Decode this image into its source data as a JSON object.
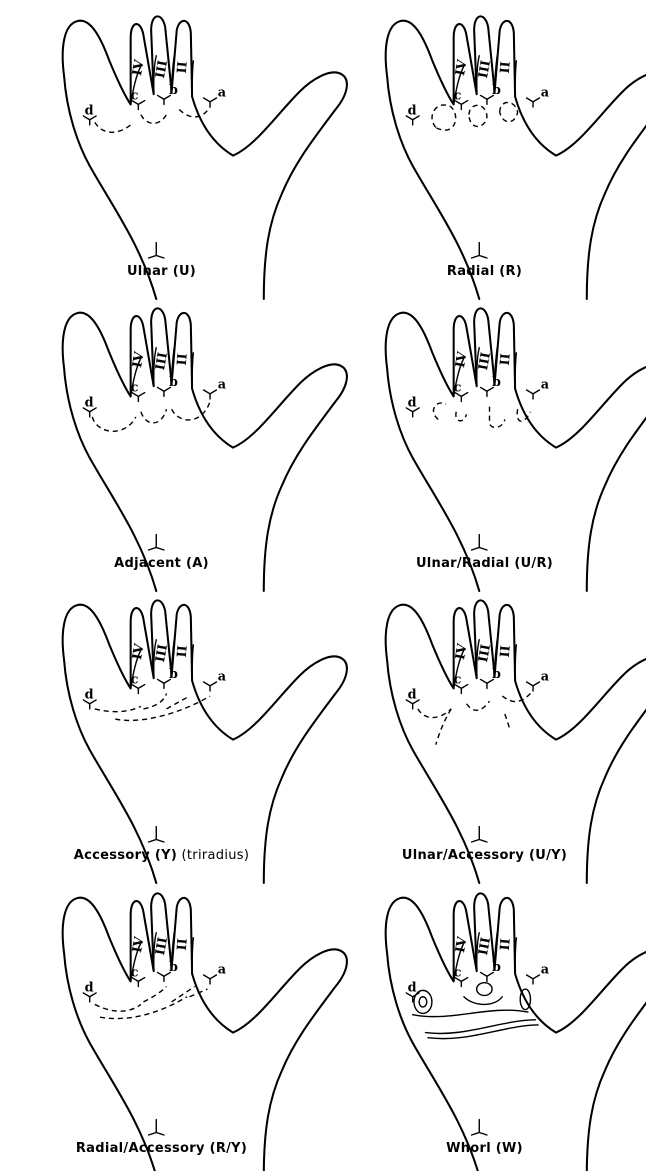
{
  "panels": [
    {
      "caption": "Ulnar (U)",
      "caption_sub": "",
      "type": "U"
    },
    {
      "caption": "Radial (R)",
      "caption_sub": "",
      "type": "R"
    },
    {
      "caption": "Adjacent (A)",
      "caption_sub": "",
      "type": "A"
    },
    {
      "caption": "Ulnar/Radial (U/R)",
      "caption_sub": "",
      "type": "UR"
    },
    {
      "caption": "Accessory (Y)",
      "caption_sub": " (triradius)",
      "type": "Y"
    },
    {
      "caption": "Ulnar/Accessory (U/Y)",
      "caption_sub": "",
      "type": "UY"
    },
    {
      "caption": "Radial/Accessory (R/Y)",
      "caption_sub": "",
      "type": "RY"
    },
    {
      "caption": "Whorl (W)",
      "caption_sub": "",
      "type": "W"
    }
  ],
  "triradius_labels": [
    "d",
    "c",
    "b",
    "a"
  ],
  "finger_labels": [
    "IV",
    "III",
    "II"
  ]
}
